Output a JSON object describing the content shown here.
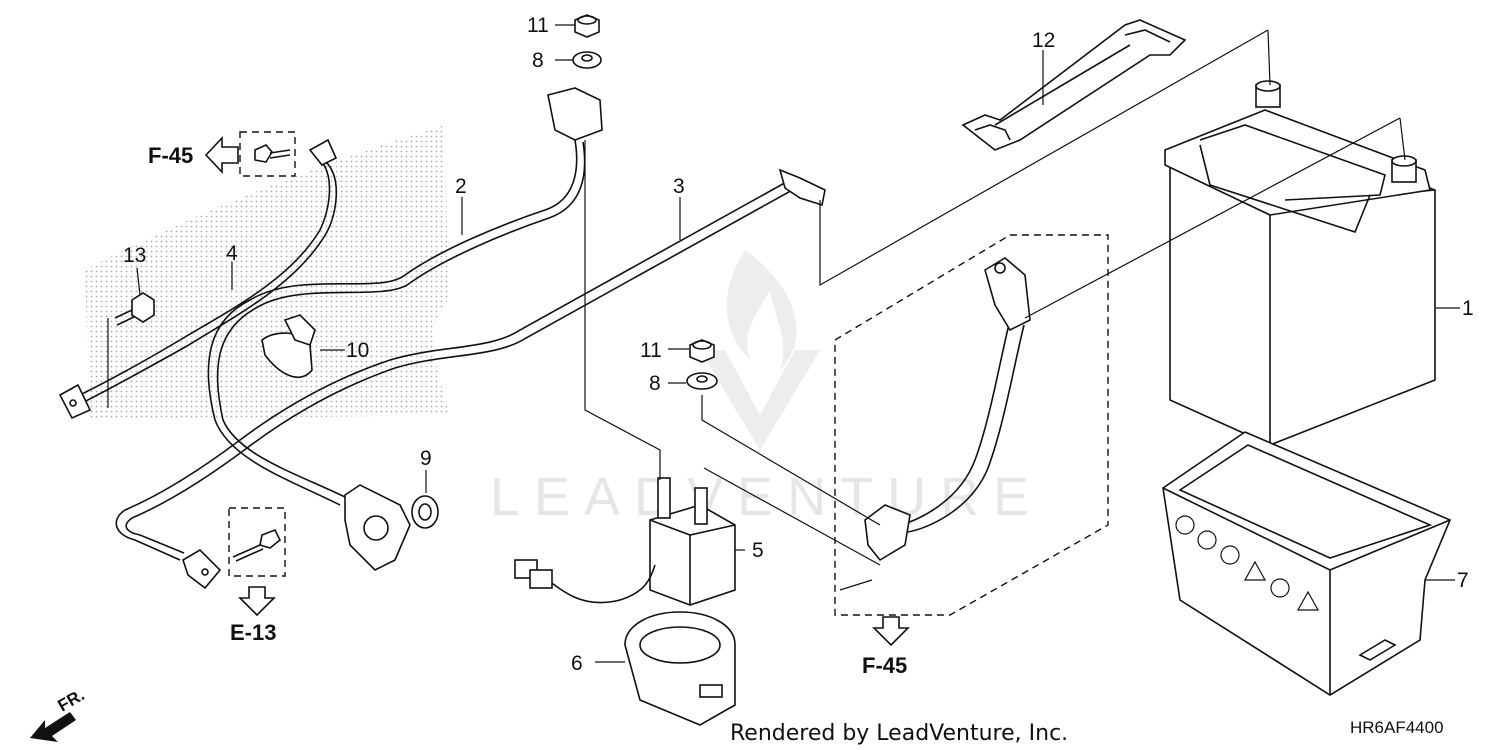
{
  "callouts": [
    {
      "id": "c1",
      "label": "1"
    },
    {
      "id": "c2",
      "label": "2"
    },
    {
      "id": "c3",
      "label": "3"
    },
    {
      "id": "c4",
      "label": "4"
    },
    {
      "id": "c5",
      "label": "5"
    },
    {
      "id": "c6",
      "label": "6"
    },
    {
      "id": "c7",
      "label": "7"
    },
    {
      "id": "c8a",
      "label": "8"
    },
    {
      "id": "c8b",
      "label": "8"
    },
    {
      "id": "c9",
      "label": "9"
    },
    {
      "id": "c10",
      "label": "10"
    },
    {
      "id": "c11a",
      "label": "11"
    },
    {
      "id": "c11b",
      "label": "11"
    },
    {
      "id": "c12",
      "label": "12"
    },
    {
      "id": "c13",
      "label": "13"
    }
  ],
  "references": {
    "f45_left": "F-45",
    "e13": "E-13",
    "f45_bottom": "F-45",
    "front": "FR."
  },
  "watermark": "LEADVENTURE",
  "footer": {
    "rendered_by": "Rendered by LeadVenture, Inc.",
    "diagram_code": "HR6AF4400"
  }
}
